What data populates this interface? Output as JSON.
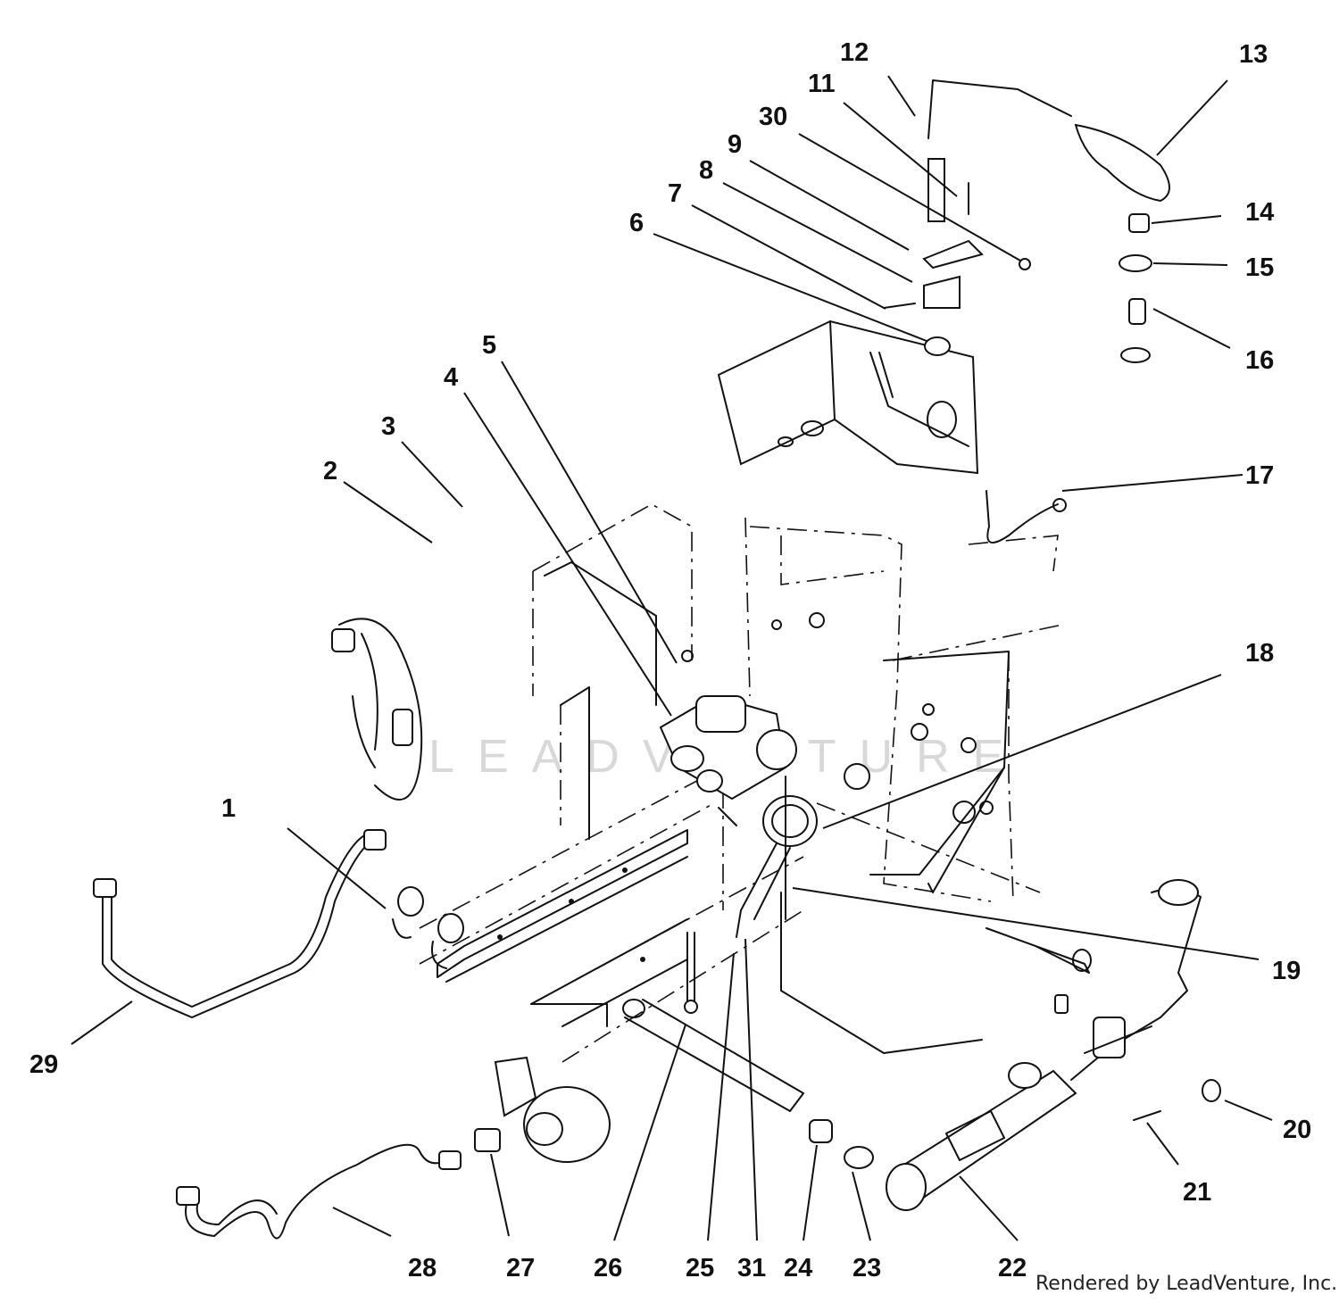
{
  "diagram": {
    "callouts": [
      "1",
      "2",
      "3",
      "4",
      "5",
      "6",
      "7",
      "8",
      "9",
      "11",
      "12",
      "13",
      "14",
      "15",
      "16",
      "17",
      "18",
      "19",
      "20",
      "21",
      "22",
      "23",
      "24",
      "25",
      "26",
      "27",
      "28",
      "29",
      "30",
      "31"
    ],
    "watermark": "LEADVENTURE",
    "credit": "Rendered by LeadVenture, Inc."
  }
}
